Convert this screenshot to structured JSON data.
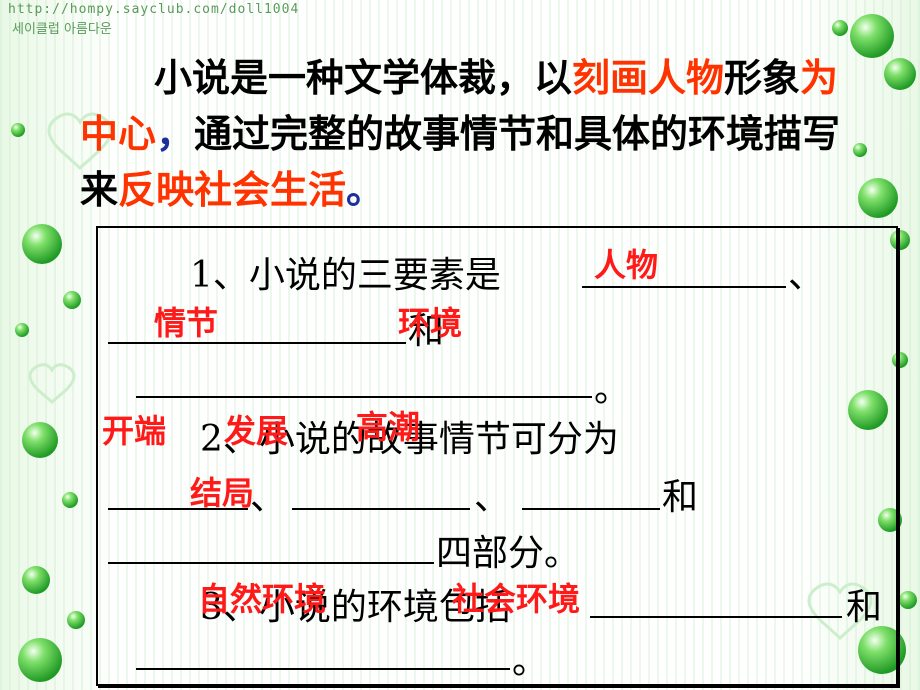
{
  "header": {
    "url": "http://hompy.sayclub.com/doll1004",
    "subtitle": "세이클럽 아름다운"
  },
  "intro": {
    "p1": "小说是一种文学体裁，以",
    "h1": "刻画人物",
    "p2": "形象",
    "h2": "为中心",
    "p3": "，",
    "p4": "通过完整的故事情节和具体的环境描写来",
    "h3": "反映社会生活",
    "p5": "。"
  },
  "questions": {
    "q1_text": "1、小说的三要素是",
    "q1_sep": "、",
    "q1_and": "和",
    "q1_end": "。",
    "q2_text": "2、小说的故事情节可分为",
    "q2_sep1": "、",
    "q2_sep2": "、",
    "q2_and": "和",
    "q2_end": "四部分。",
    "q3_text": "3、小说的环境包括",
    "q3_and": "和",
    "q3_end": "。"
  },
  "answers": {
    "characters": "人物",
    "plot": "情节",
    "environment": "环境",
    "beginning": "开端",
    "development": "发展",
    "climax": "高潮",
    "ending": "结局",
    "natural_env": "自然环境",
    "social_env": "社会环境"
  },
  "colors": {
    "highlight": "#ff3300",
    "answer": "#ff1a1a",
    "punctuation_blue": "#1f2f9a",
    "bubble_green": "#3fcf3f"
  }
}
